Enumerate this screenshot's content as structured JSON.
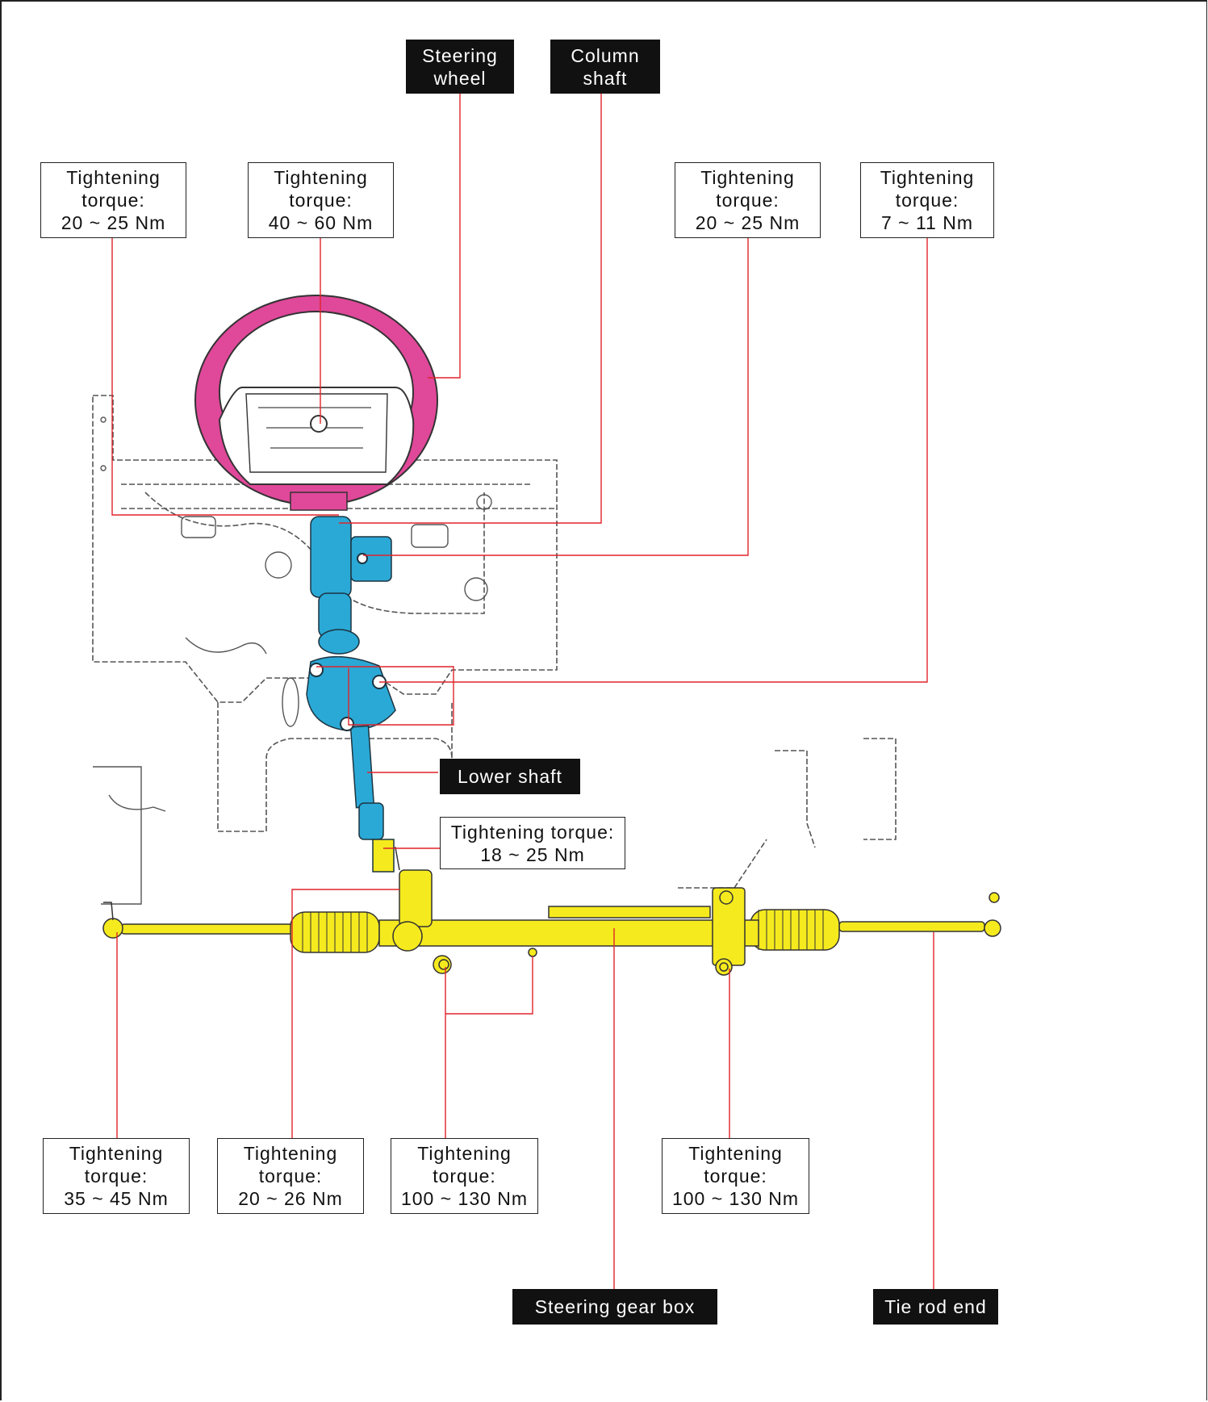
{
  "colors": {
    "steering_wheel": "#e0489a",
    "column_shaft": "#2aa9d6",
    "gear_box": "#f5ea1e",
    "leader_line": "#e0242a",
    "label_dark_bg": "#111111"
  },
  "labels": {
    "steering_wheel": "Steering\nwheel",
    "column_shaft": "Column\nshaft",
    "lower_shaft": "Lower shaft",
    "steering_gear_box": "Steering gear box",
    "tie_rod_end": "Tie rod end"
  },
  "torques": {
    "t1": "Tightening\ntorque:\n20 ~ 25 Nm",
    "t2": "Tightening\ntorque:\n40 ~ 60 Nm",
    "t3": "Tightening\ntorque:\n20 ~ 25 Nm",
    "t4": "Tightening\ntorque:\n7 ~ 11 Nm",
    "t5": "Tightening torque:\n18 ~ 25 Nm",
    "t6": "Tightening\ntorque:\n35 ~ 45 Nm",
    "t7": "Tightening\ntorque:\n20 ~ 26 Nm",
    "t8": "Tightening\ntorque:\n100 ~ 130 Nm",
    "t9": "Tightening\ntorque:\n100 ~ 130 Nm"
  }
}
